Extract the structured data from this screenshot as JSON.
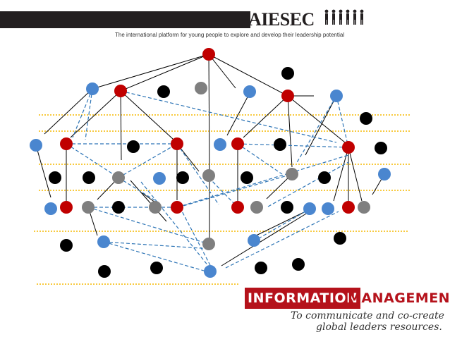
{
  "header": {
    "logo_text": "AIESEC",
    "tagline": "The international platform for young people to explore and develop their leadership potential"
  },
  "branding": {
    "title_part1": "INFORMATION",
    "title_part2": "MANAGEMENT",
    "slogan_line1": "To communicate and co-create",
    "slogan_line2": "global leaders  resources."
  },
  "colors": {
    "header_bar": "#231f20",
    "brand_red": "#b5121b",
    "node_red": "#c00000",
    "node_blue": "#4a86cf",
    "node_gray": "#7f7f7f",
    "node_black": "#000000",
    "dashed_link": "#2e75b6",
    "dotted_guide": "#f5b800"
  }
}
